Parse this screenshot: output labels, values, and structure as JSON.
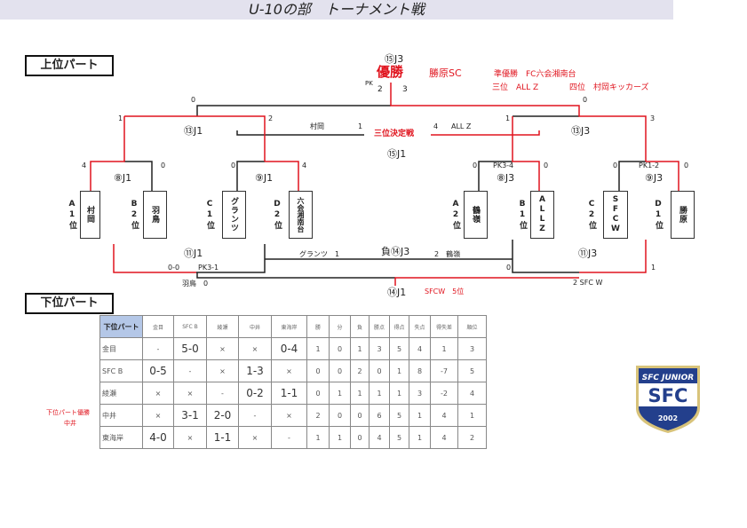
{
  "title": "U-10の部　トーナメント戦",
  "upper_part": "上位パート",
  "lower_part": "下位パート",
  "final": {
    "match": "⑮J3",
    "champion_label": "優勝",
    "champion": "勝原SC",
    "pk": "PK",
    "score_left": "2",
    "score_right": "3"
  },
  "results": {
    "runner_up": "準優勝　FC六会湘南台",
    "third": "三位　ALL Z",
    "fourth": "四位　村岡キッカーズ"
  },
  "third_place": {
    "label": "三位決定戦",
    "match": "⑮J1",
    "left_team": "村岡",
    "left_score": "1",
    "right_score": "4",
    "right_team": "ALL Z"
  },
  "left": {
    "semi": "⑬J1",
    "semi_left_score": "1",
    "semi_right_score": "2",
    "final_score": "0",
    "q1": "⑧J1",
    "q1_left": "4",
    "q1_right": "0",
    "q2": "⑨J1",
    "q2_left": "0",
    "q2_right": "4",
    "teams": [
      "村岡",
      "羽鳥",
      "グランツ",
      "六会湘南台"
    ],
    "seeds": [
      "A1位",
      "B2位",
      "C1位",
      "D2位"
    ],
    "lower": "⑪J1",
    "lower_score": "0-0",
    "lower_pk": "PK3-1"
  },
  "right": {
    "semi": "⑬J3",
    "semi_left_score": "1",
    "semi_right_score": "3",
    "final_score": "0",
    "q1": "⑧J3",
    "q1_left": "0",
    "q1_pk": "PK3-4",
    "q1_right": "0",
    "q2": "⑨J3",
    "q2_left": "0",
    "q2_pk": "PK1-2",
    "q2_right": "0",
    "teams": [
      "鶴嶺",
      "ALLZ",
      "SFCW",
      "勝原"
    ],
    "seeds": [
      "A2位",
      "B1位",
      "C2位",
      "D1位"
    ],
    "lower": "⑪J3",
    "lower_left": "0",
    "lower_right": "1"
  },
  "lower_bracket": {
    "loser_match": "負⑭J3",
    "loser_left": "グランツ　1",
    "loser_right": "2　鶴嶺",
    "fifth_left": "羽鳥　0",
    "fifth_right": "2 SFC W",
    "fifth_match": "⑭J1",
    "fifth_result": "SFCW　5位"
  },
  "lower_winner": {
    "label": "下位パート優勝",
    "team": "中井"
  },
  "table": {
    "headers": [
      "下位パート",
      "金目",
      "SFC B",
      "綾瀬",
      "中井",
      "東海岸",
      "勝",
      "分",
      "負",
      "勝点",
      "得点",
      "失点",
      "得失差",
      "順位"
    ],
    "rows": [
      [
        "金目",
        "-",
        "5-0",
        "×",
        "×",
        "0-4",
        "1",
        "0",
        "1",
        "3",
        "5",
        "4",
        "1",
        "3"
      ],
      [
        "SFC B",
        "0-5",
        "-",
        "×",
        "1-3",
        "×",
        "0",
        "0",
        "2",
        "0",
        "1",
        "8",
        "-7",
        "5"
      ],
      [
        "綾瀬",
        "×",
        "×",
        "-",
        "0-2",
        "1-1",
        "0",
        "1",
        "1",
        "1",
        "1",
        "3",
        "-2",
        "4"
      ],
      [
        "中井",
        "×",
        "3-1",
        "2-0",
        "-",
        "×",
        "2",
        "0",
        "0",
        "6",
        "5",
        "1",
        "4",
        "1"
      ],
      [
        "東海岸",
        "4-0",
        "×",
        "1-1",
        "×",
        "-",
        "1",
        "1",
        "0",
        "4",
        "5",
        "1",
        "4",
        "2"
      ]
    ]
  },
  "logo": {
    "top": "SFC JUNIOR",
    "main": "SFC",
    "year": "2002"
  },
  "colors": {
    "red": "#e0141e",
    "navy": "#233f8c",
    "header": "#b4c7e7"
  }
}
